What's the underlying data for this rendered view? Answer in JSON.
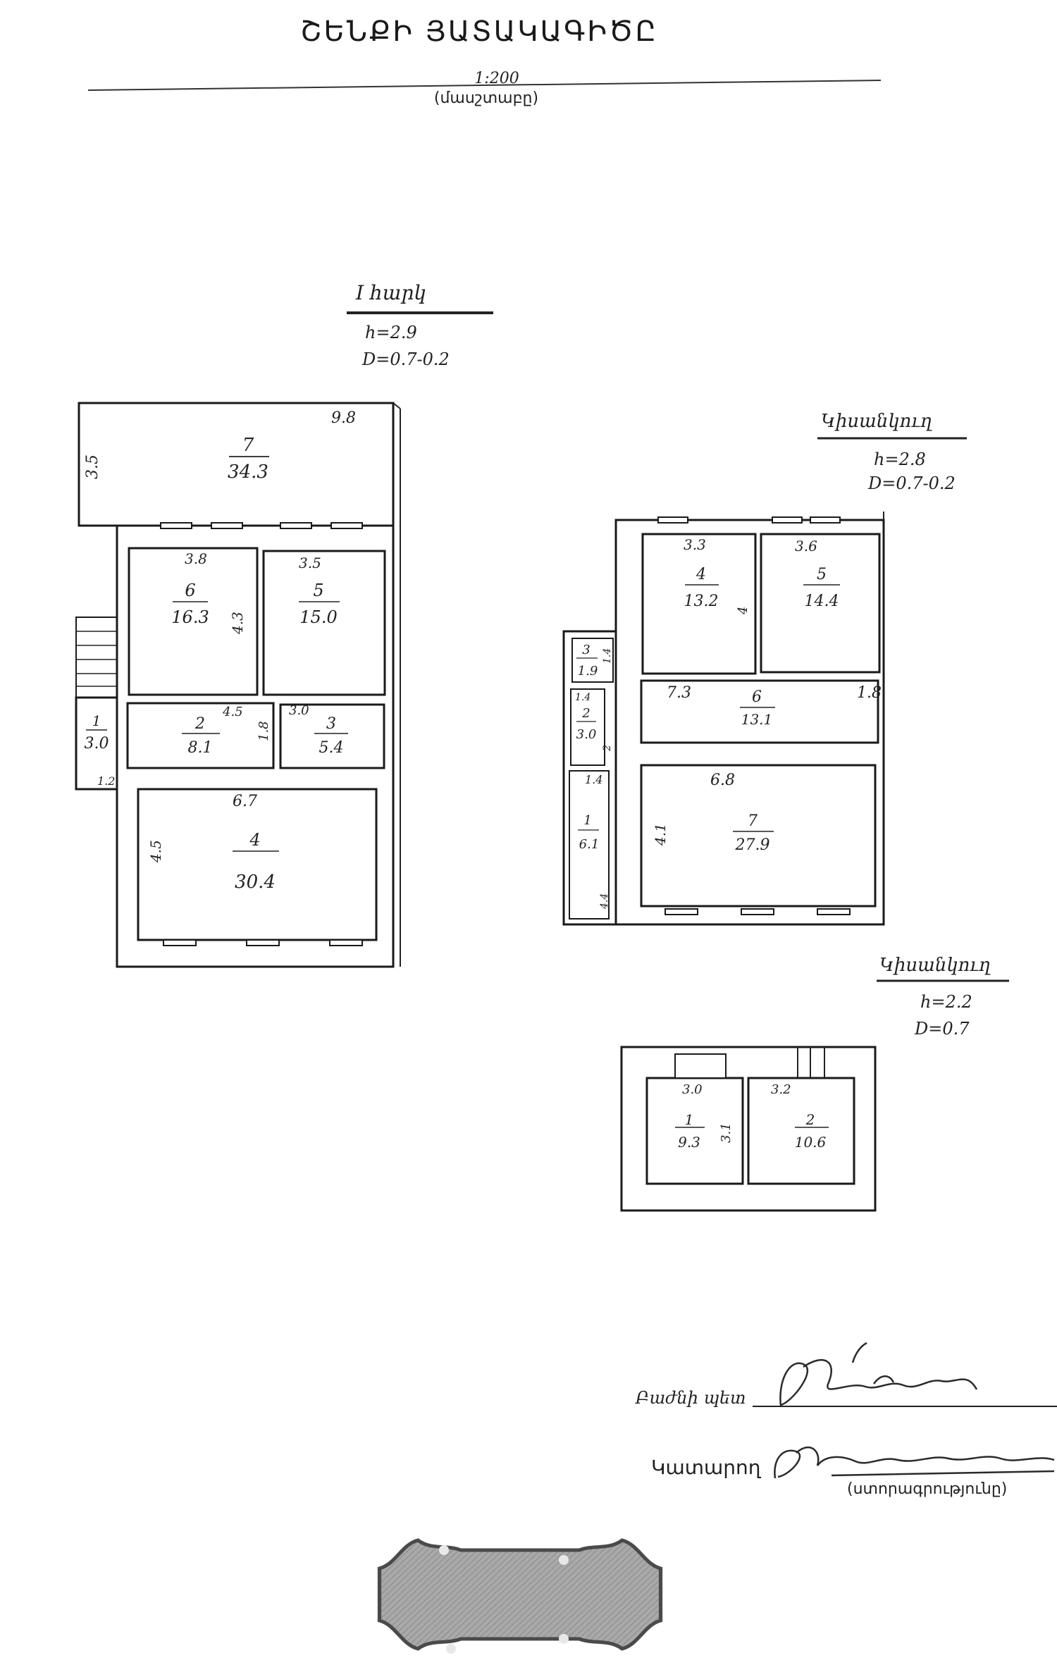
{
  "title": "ՇԵՆՔԻ ՅԱՏԱԿԱԳԻԾԸ",
  "scale": {
    "value": "1:200",
    "caption": "(մասշտաբը)"
  },
  "colors": {
    "ink": "#1a1a1a",
    "hatch": "#333333",
    "seal_fill": "#a6a6a6",
    "seal_border": "#4a4a4a"
  },
  "floor1": {
    "label": "I հարկ",
    "height": "h=2.9",
    "thickness": "D=0.7-0.2",
    "outer_dims": [
      {
        "id": "d-top",
        "text": "9.8"
      },
      {
        "id": "d-left",
        "text": "3.5"
      }
    ],
    "rooms": [
      {
        "id": "f1-r7",
        "num": "7",
        "area": "34.3",
        "dims": []
      },
      {
        "id": "f1-r6",
        "num": "6",
        "area": "16.3",
        "dims": [
          "3.8",
          "4.3"
        ]
      },
      {
        "id": "f1-r5",
        "num": "5",
        "area": "15.0",
        "dims": [
          "3.5"
        ]
      },
      {
        "id": "f1-r1",
        "num": "1",
        "area": "3.0",
        "dims": [
          "1.2"
        ]
      },
      {
        "id": "f1-r2",
        "num": "2",
        "area": "8.1",
        "dims": [
          "4.5",
          "1.8"
        ]
      },
      {
        "id": "f1-r3",
        "num": "3",
        "area": "5.4",
        "dims": [
          "3.0"
        ]
      },
      {
        "id": "f1-r4",
        "num": "4",
        "area": "30.4",
        "dims": [
          "6.7",
          "4.5"
        ]
      }
    ]
  },
  "floor2": {
    "label": "Կիսանկուղ",
    "height": "h=2.8",
    "thickness": "D=0.7-0.2",
    "rooms": [
      {
        "id": "f2-r4",
        "num": "4",
        "area": "13.2",
        "dims": [
          "3.3",
          "4"
        ]
      },
      {
        "id": "f2-r5",
        "num": "5",
        "area": "14.4",
        "dims": [
          "3.6"
        ]
      },
      {
        "id": "f2-r3",
        "num": "3",
        "area": "1.9",
        "dims": [
          "1.4"
        ]
      },
      {
        "id": "f2-r6",
        "num": "6",
        "area": "13.1",
        "dims": [
          "7.3",
          "1.8"
        ]
      },
      {
        "id": "f2-r2",
        "num": "2",
        "area": "3.0",
        "dims": [
          "1.4",
          "2"
        ]
      },
      {
        "id": "f2-r7",
        "num": "7",
        "area": "27.9",
        "dims": [
          "6.8",
          "4.1"
        ]
      },
      {
        "id": "f2-r1",
        "num": "1",
        "area": "6.1",
        "dims": [
          "1.4",
          "4.4"
        ]
      }
    ]
  },
  "floor3": {
    "label": "Կիսանկուղ",
    "height": "h=2.2",
    "thickness": "D=0.7",
    "rooms": [
      {
        "id": "f3-r1",
        "num": "1",
        "area": "9.3",
        "dims": [
          "3.0",
          "3.1"
        ]
      },
      {
        "id": "f3-r2",
        "num": "2",
        "area": "10.6",
        "dims": [
          "3.2"
        ]
      }
    ]
  },
  "signoff": {
    "head_label": "Բաժնի պետ",
    "performer_label": "Կատարող",
    "signature_caption": "(ստորագրությունը)"
  }
}
